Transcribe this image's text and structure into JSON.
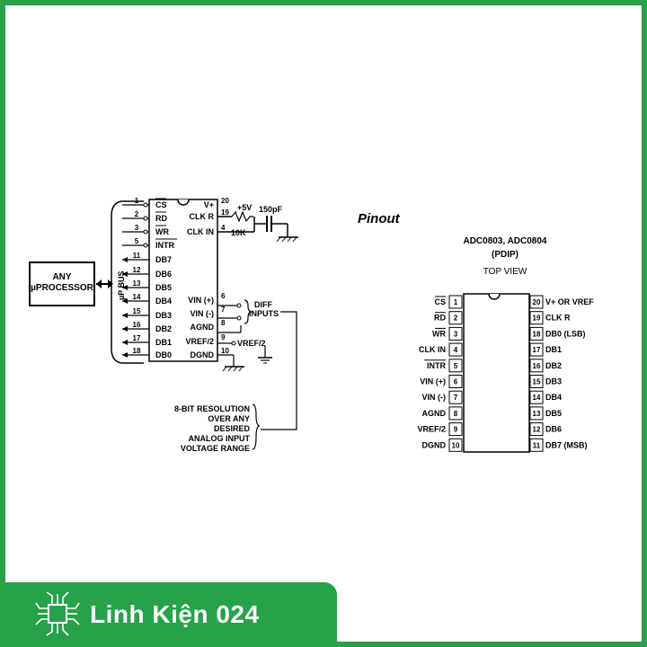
{
  "colors": {
    "frame": "#27a14a",
    "brand_bg": "#27a14a",
    "brand_text": "#ffffff"
  },
  "left_diagram": {
    "processor_box": [
      "ANY",
      "µPROCESSOR"
    ],
    "bus_label": "µP BUS",
    "pins_left": [
      {
        "num": "1",
        "label": "CS",
        "over": true
      },
      {
        "num": "2",
        "label": "RD",
        "over": true
      },
      {
        "num": "3",
        "label": "WR",
        "over": true
      },
      {
        "num": "5",
        "label": "INTR",
        "over": true
      },
      {
        "num": "11",
        "label": "DB7"
      },
      {
        "num": "12",
        "label": "DB6"
      },
      {
        "num": "13",
        "label": "DB5"
      },
      {
        "num": "14",
        "label": "DB4"
      },
      {
        "num": "15",
        "label": "DB3"
      },
      {
        "num": "16",
        "label": "DB2"
      },
      {
        "num": "17",
        "label": "DB1"
      },
      {
        "num": "18",
        "label": "DB0"
      }
    ],
    "pins_right": [
      {
        "num": "20",
        "label": "V+"
      },
      {
        "num": "19",
        "label": "CLK R"
      },
      {
        "num": "4",
        "label": "CLK IN"
      },
      {
        "num": "6",
        "label": "VIN (+)"
      },
      {
        "num": "7",
        "label": "VIN (-)"
      },
      {
        "num": "8",
        "label": "AGND"
      },
      {
        "num": "9",
        "label": "VREF/2"
      },
      {
        "num": "10",
        "label": "DGND"
      }
    ],
    "supply": "+5V",
    "capacitor": "150pF",
    "resistor": "10K",
    "diff_inputs": [
      "DIFF",
      "INPUTS"
    ],
    "vref_label": "VREF/2",
    "note": [
      "8-BIT RESOLUTION",
      "OVER ANY",
      "DESIRED",
      "ANALOG INPUT",
      "VOLTAGE RANGE"
    ]
  },
  "pinout": {
    "title": "Pinout",
    "chips": "ADC0803, ADC0804",
    "package": "(PDIP)",
    "view": "TOP VIEW",
    "left": [
      {
        "num": "1",
        "label": "CS"
      },
      {
        "num": "2",
        "label": "RD"
      },
      {
        "num": "3",
        "label": "WR"
      },
      {
        "num": "4",
        "label": "CLK IN"
      },
      {
        "num": "5",
        "label": "INTR"
      },
      {
        "num": "6",
        "label": "VIN (+)"
      },
      {
        "num": "7",
        "label": "VIN (-)"
      },
      {
        "num": "8",
        "label": "AGND"
      },
      {
        "num": "9",
        "label": "VREF/2"
      },
      {
        "num": "10",
        "label": "DGND"
      }
    ],
    "right": [
      {
        "num": "20",
        "label": "V+ OR VREF"
      },
      {
        "num": "19",
        "label": "CLK R"
      },
      {
        "num": "18",
        "label": "DB0 (LSB)"
      },
      {
        "num": "17",
        "label": "DB1"
      },
      {
        "num": "16",
        "label": "DB2"
      },
      {
        "num": "15",
        "label": "DB3"
      },
      {
        "num": "14",
        "label": "DB4"
      },
      {
        "num": "13",
        "label": "DB5"
      },
      {
        "num": "12",
        "label": "DB6"
      },
      {
        "num": "11",
        "label": "DB7 (MSB)"
      }
    ]
  },
  "brand": {
    "name": "Linh Kiện 024"
  }
}
